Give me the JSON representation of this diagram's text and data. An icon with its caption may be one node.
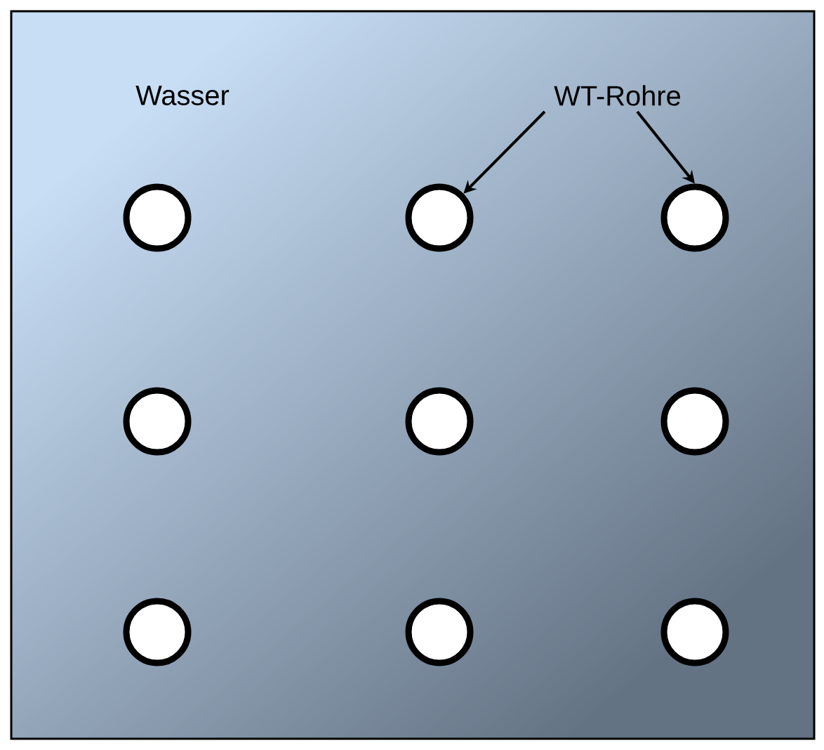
{
  "diagram": {
    "nodes": [
      {
        "text": [],
        "shape": "box"
      },
      {
        "text": [
          "WT-Rohre"
        ],
        "in": 0
      },
      {
        "text": [],
        "shape": "circle",
        "in": 0
      },
      {
        "text": [],
        "shape": "circle",
        "in": 0
      },
      {
        "text": [],
        "shape": "circle",
        "in": 0
      },
      {
        "text": [],
        "shape": "circle",
        "in": 0
      },
      {
        "text": [],
        "shape": "circle",
        "in": 0
      },
      {
        "text": [],
        "shape": "circle",
        "in": 0
      },
      {
        "text": [],
        "shape": "circle",
        "in": 0
      },
      {
        "text": [],
        "shape": "circle",
        "in": 0
      },
      {
        "text": [],
        "shape": "circle",
        "in": 0
      }
    ],
    "edges": [
      {
        "from": 1,
        "to": 3,
        "arrow": "to"
      },
      {
        "from": 1,
        "to": 4,
        "arrow": "to"
      }
    ],
    "labels": [
      "Wasser"
    ]
  }
}
